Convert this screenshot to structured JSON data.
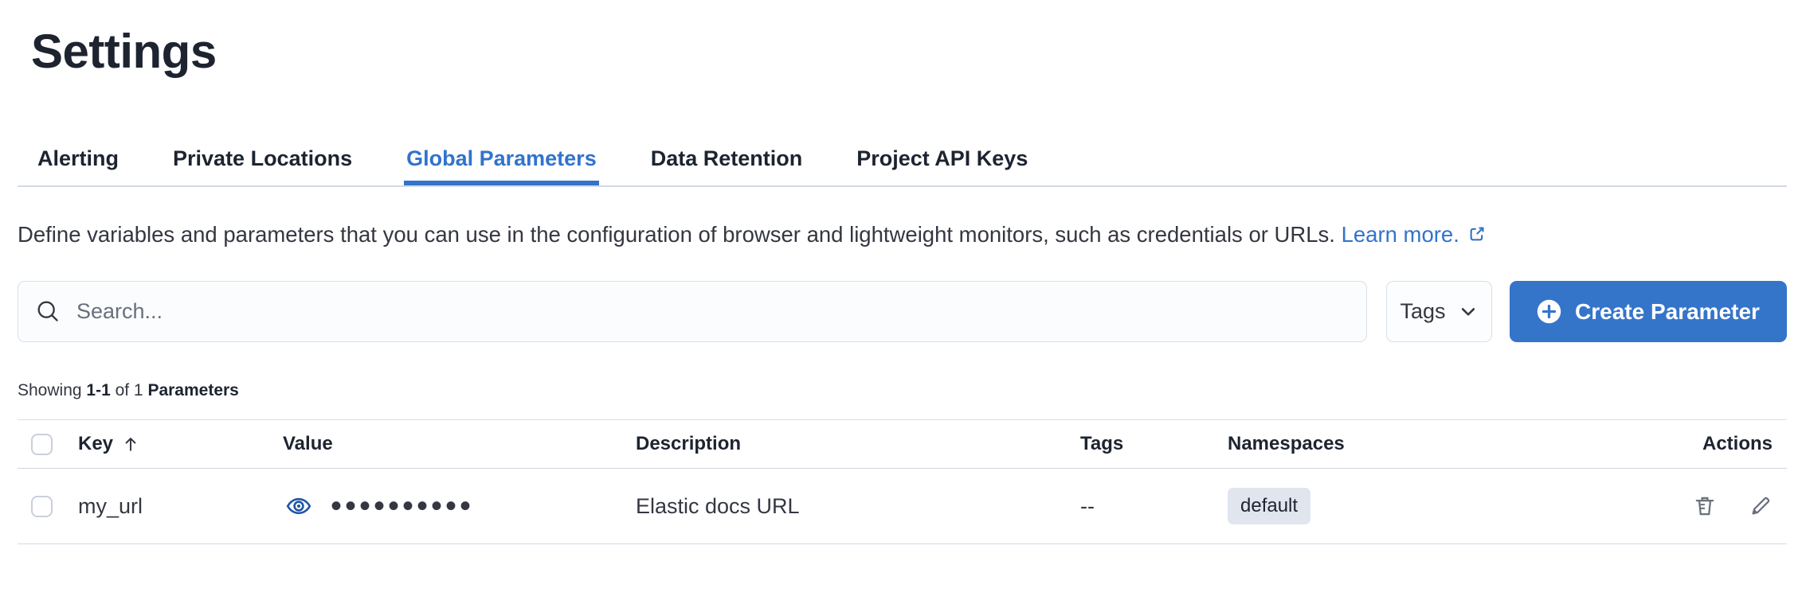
{
  "page": {
    "title": "Settings"
  },
  "tabs": [
    {
      "label": "Alerting",
      "active": false
    },
    {
      "label": "Private Locations",
      "active": false
    },
    {
      "label": "Global Parameters",
      "active": true
    },
    {
      "label": "Data Retention",
      "active": false
    },
    {
      "label": "Project API Keys",
      "active": false
    }
  ],
  "description": {
    "text": "Define variables and parameters that you can use in the configuration of browser and lightweight monitors, such as credentials or URLs. ",
    "link_label": "Learn more.",
    "external_icon": "external-link"
  },
  "toolbar": {
    "search_placeholder": "Search...",
    "search_value": "",
    "search_icon": "magnifying-glass",
    "tags_filter_label": "Tags",
    "tags_chevron_icon": "chevron-down",
    "create_button_label": "Create Parameter",
    "create_button_icon": "plus-in-circle"
  },
  "summary": {
    "showing": "Showing ",
    "range": "1-1",
    "of": " of 1 ",
    "entity": "Parameters"
  },
  "table": {
    "columns": [
      "Key",
      "Value",
      "Description",
      "Tags",
      "Namespaces",
      "Actions"
    ],
    "sort": {
      "column": "Key",
      "direction": "ascending",
      "icon": "arrow-up"
    },
    "rows": [
      {
        "key": "my_url",
        "value_masked": "••••••••••",
        "value_toggle_icon": "eye",
        "description": "Elastic docs URL",
        "tags": "--",
        "namespaces": [
          "default"
        ],
        "actions": [
          "delete-trash",
          "edit-pencil"
        ]
      }
    ]
  },
  "colors": {
    "accent_blue": "#3273cb",
    "button_blue": "#3575c9",
    "eye_icon_blue": "#1f56a5",
    "border": "#d3dae6",
    "badge_bg": "#e0e5ee",
    "text_primary": "#1d2430",
    "text_body": "#343741",
    "text_subdued": "#69707d"
  }
}
